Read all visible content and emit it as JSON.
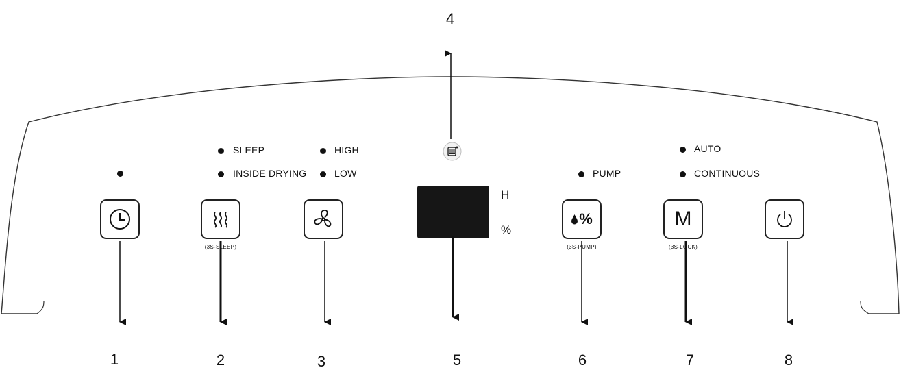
{
  "indicators": {
    "sleep": "SLEEP",
    "inside_drying": "INSIDE DRYING",
    "high": "HIGH",
    "low": "LOW",
    "pump": "PUMP",
    "auto": "AUTO",
    "continuous": "CONTINUOUS"
  },
  "buttons": {
    "timer": {
      "icon": "clock-icon"
    },
    "sleep_drying": {
      "icon": "heat-waves-icon",
      "sublabel": "(3S-SLEEP)"
    },
    "fan": {
      "icon": "fan-icon"
    },
    "humidity": {
      "text": "%",
      "icon": "water-drop-icon",
      "sublabel": "(3S-PUMP)"
    },
    "mode": {
      "text": "M",
      "sublabel": "(3S-LOCK)"
    },
    "power": {
      "icon": "power-icon"
    }
  },
  "display": {
    "unit_h": "H",
    "unit_percent": "%"
  },
  "tank_indicator": {
    "icon": "water-tank-icon"
  },
  "callouts": [
    "1",
    "2",
    "3",
    "4",
    "5",
    "6",
    "7",
    "8"
  ]
}
